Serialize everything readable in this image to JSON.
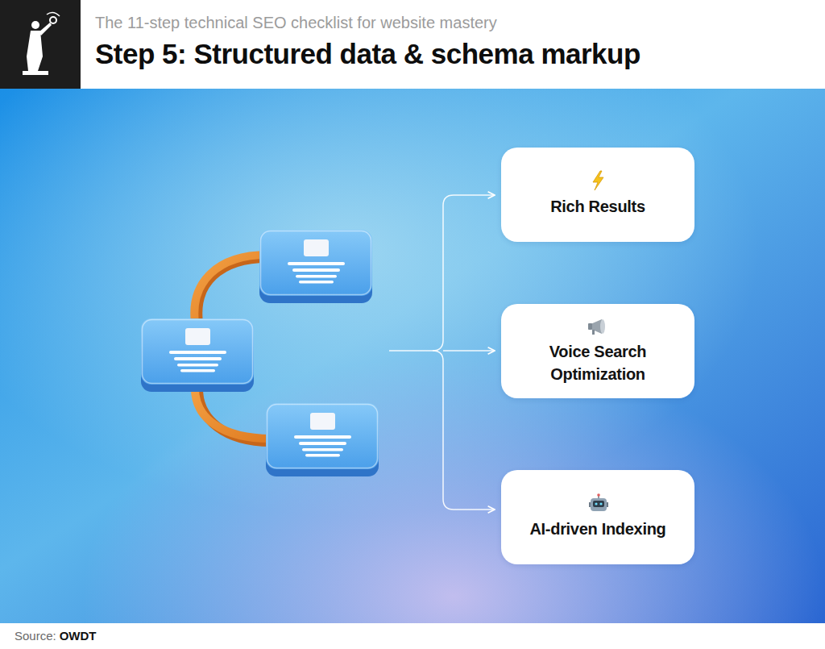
{
  "diagram": {
    "title": "Step 5: Structured data & schema markup",
    "nodes": [
      {
        "text": [
          "Rich Results"
        ]
      },
      {
        "text": [
          "Voice Search Optimization"
        ]
      },
      {
        "text": [
          "AI-driven Indexing"
        ]
      }
    ],
    "labels": [
      "The 11-step technical SEO checklist for website mastery",
      "Source:",
      "OWDT"
    ]
  }
}
